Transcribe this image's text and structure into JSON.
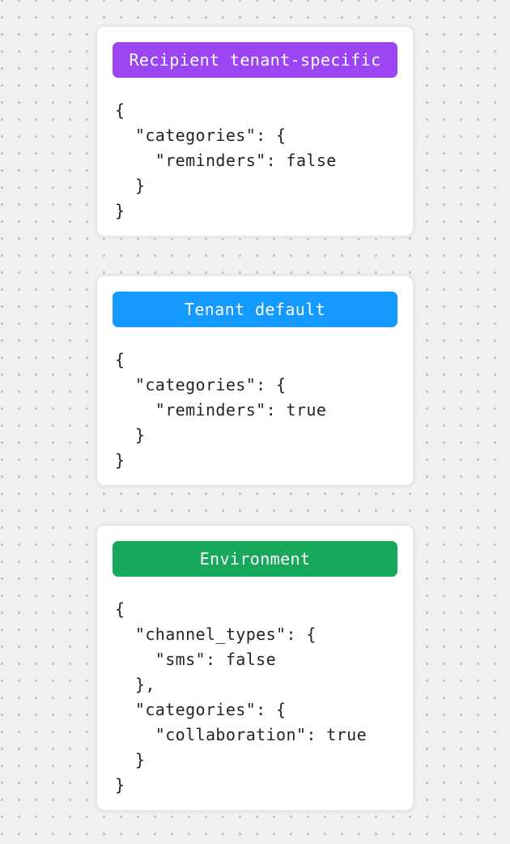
{
  "colors": {
    "background": "#f1f1f1",
    "dot": "#c3c3c3",
    "card_background": "#ffffff",
    "card_border": "#e8e8e8",
    "code_text": "#242424",
    "badge_text": "#ffffff"
  },
  "cards": [
    {
      "label": "Recipient tenant-specific",
      "color": "#9b46f2",
      "code": "{\n  \"categories\": {\n    \"reminders\": false\n  }\n}"
    },
    {
      "label": "Tenant default",
      "color": "#1499ff",
      "code": "{\n  \"categories\": {\n    \"reminders\": true\n  }\n}"
    },
    {
      "label": "Environment",
      "color": "#17a85c",
      "code": "{\n  \"channel_types\": {\n    \"sms\": false\n  },\n  \"categories\": {\n    \"collaboration\": true\n  }\n}"
    }
  ]
}
